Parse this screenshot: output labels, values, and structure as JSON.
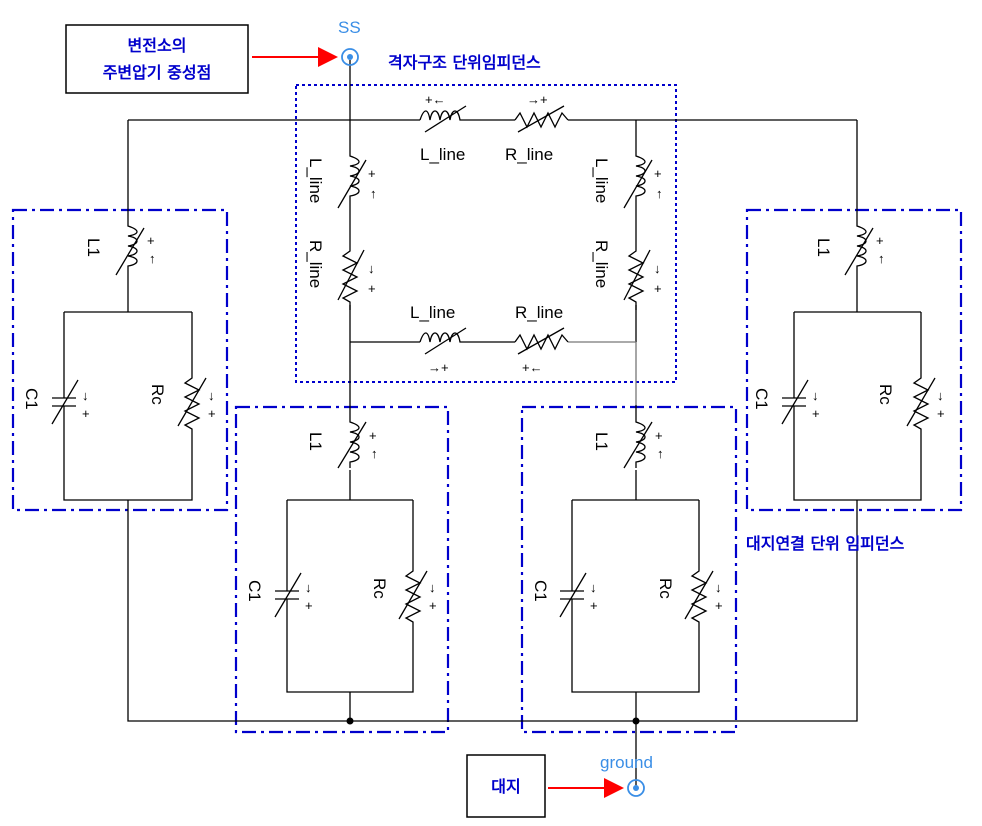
{
  "labels": {
    "ss_node": "SS",
    "ground_node": "ground",
    "grid_title": "격자구조 단위임피던스",
    "earth_title": "대지연결 단위 임피던스",
    "substation_line1": "변전소의",
    "substation_line2": "주변압기 중성점",
    "earth_box": "대지"
  },
  "components": {
    "inductor_line": "L_line",
    "resistor_line": "R_line",
    "inductor_earth": "L1",
    "capacitor_earth": "C1",
    "resistor_earth": "Rc"
  },
  "colors": {
    "wire": "#000000",
    "annotation_blue": "#0000cc",
    "node_blue": "#3a8ee6",
    "arrow_red": "#ff0000"
  }
}
